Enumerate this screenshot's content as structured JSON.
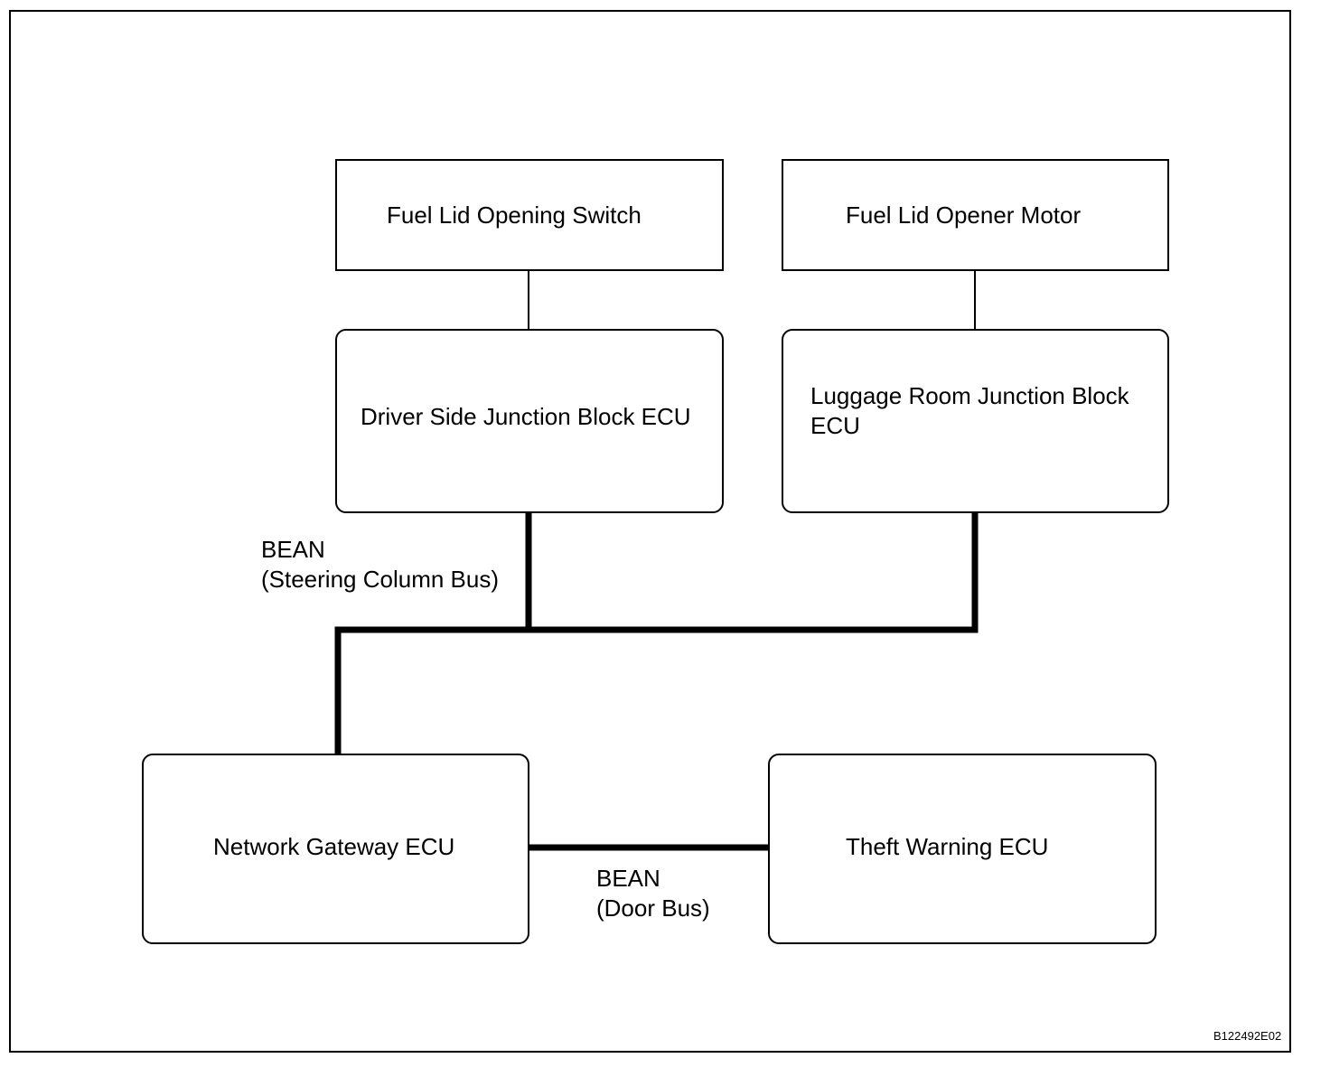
{
  "blocks": {
    "fuel_lid_switch": "Fuel Lid Opening Switch",
    "fuel_lid_motor": "Fuel Lid Opener Motor",
    "driver_jb_ecu": "Driver Side Junction Block ECU",
    "luggage_jb_ecu_line1": "Luggage Room Junction Block",
    "luggage_jb_ecu_line2": "ECU",
    "network_gateway_ecu": "Network Gateway ECU",
    "theft_warning_ecu": "Theft Warning ECU"
  },
  "buses": {
    "steering_column": {
      "line1": "BEAN",
      "line2": "(Steering Column Bus)"
    },
    "door": {
      "line1": "BEAN",
      "line2": "(Door Bus)"
    }
  },
  "figure_code": "B122492E02"
}
